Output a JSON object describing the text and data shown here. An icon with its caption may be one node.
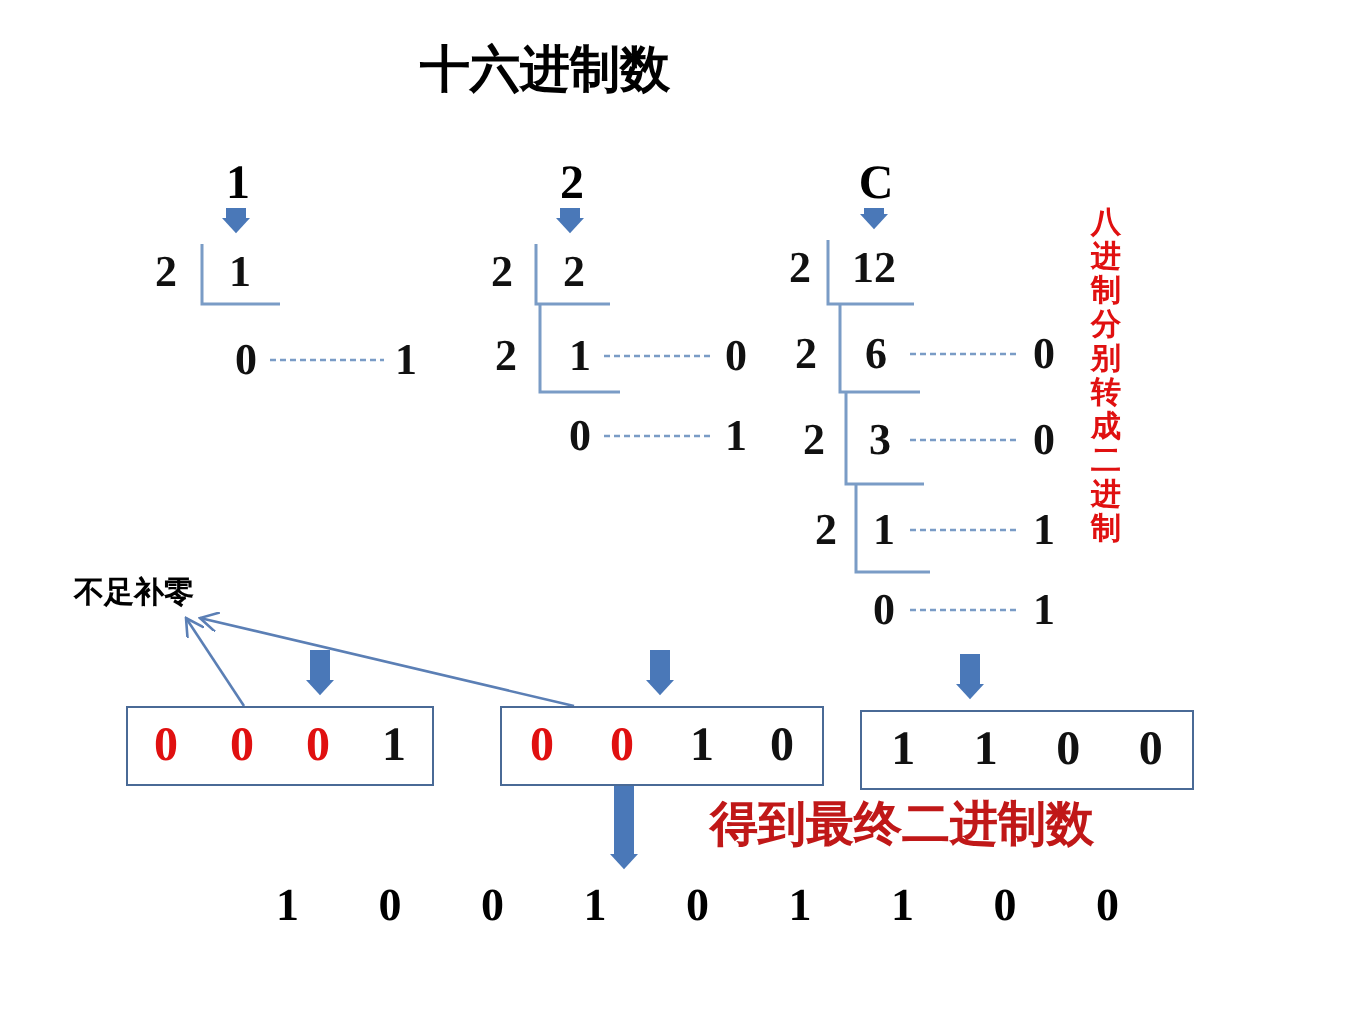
{
  "diagram": {
    "title": "十六进制数",
    "nodes": [
      {
        "text": [
          "1"
        ]
      },
      {
        "text": [
          "2"
        ]
      },
      {
        "text": [
          "C"
        ]
      },
      {
        "text": [
          "2",
          "1",
          "0",
          "1"
        ]
      },
      {
        "text": [
          "2",
          "2",
          "2",
          "1",
          "0",
          "0",
          "1"
        ]
      },
      {
        "text": [
          "2",
          "12",
          "2",
          "6",
          "0",
          "2",
          "3",
          "0",
          "2",
          "1",
          "1",
          "0",
          "1"
        ]
      },
      {
        "text": [
          "0",
          "0",
          "0",
          "1"
        ]
      },
      {
        "text": [
          "0",
          "0",
          "1",
          "0"
        ]
      },
      {
        "text": [
          "1",
          "1",
          "0",
          "0"
        ]
      },
      {
        "text": [
          "不足补零"
        ]
      },
      {
        "text": [
          "1 0 0 1 0 1 1 0 0"
        ]
      }
    ],
    "edges": [
      {
        "from": 0,
        "to": 3,
        "arrow": "to"
      },
      {
        "from": 1,
        "to": 4,
        "arrow": "to"
      },
      {
        "from": 2,
        "to": 5,
        "arrow": "to"
      },
      {
        "from": null,
        "to": 6,
        "arrow": "to"
      },
      {
        "from": null,
        "to": 7,
        "arrow": "to"
      },
      {
        "from": null,
        "to": 8,
        "arrow": "to"
      },
      {
        "from": 6,
        "to": 9,
        "arrow": "to"
      },
      {
        "from": 7,
        "to": 9,
        "arrow": "to"
      },
      {
        "from": 7,
        "to": 10,
        "arrow": "to"
      }
    ],
    "labels": [
      "八进制分别转成二进制",
      "得到最终二进制数"
    ]
  }
}
